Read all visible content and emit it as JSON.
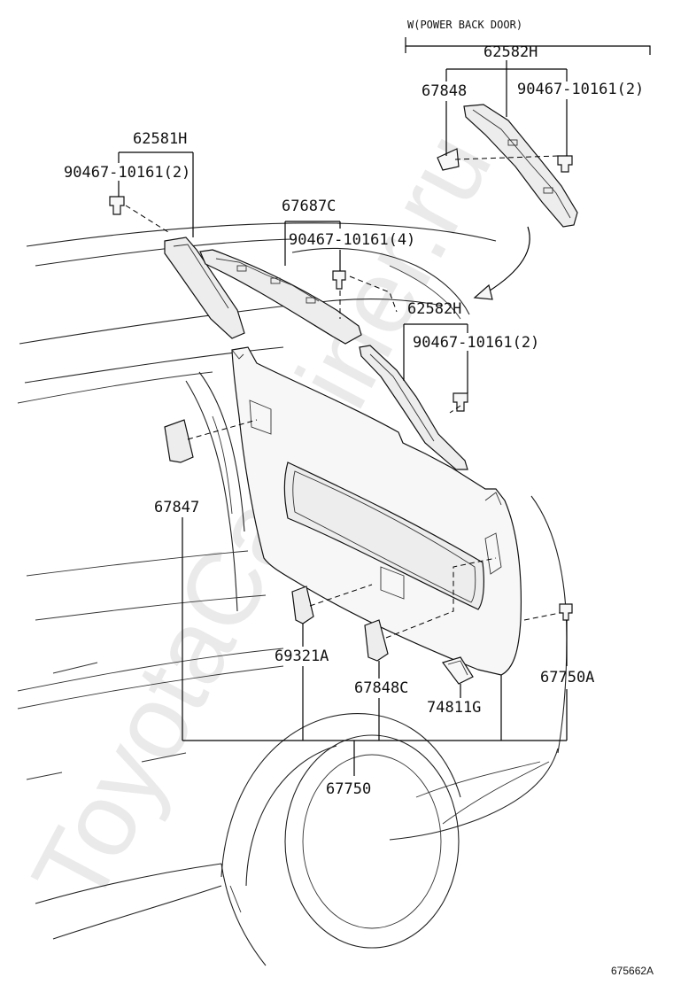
{
  "diagram": {
    "watermark": "ToyotaCarMiner.ru",
    "group_label": "W(POWER BACK DOOR)",
    "reference": "675662A",
    "labels": {
      "p62582H_top": "62582H",
      "p67848": "67848",
      "p90467_top_right": "90467-10161(2)",
      "p62581H": "62581H",
      "p90467_left": "90467-10161(2)",
      "p67687C": "67687C",
      "p90467_center": "90467-10161(4)",
      "p62582H_mid": "62582H",
      "p90467_mid": "90467-10161(2)",
      "p67847": "67847",
      "p69321A": "69321A",
      "p67848C": "67848C",
      "p74811G": "74811G",
      "p67750A": "67750A",
      "p67750": "67750"
    }
  }
}
